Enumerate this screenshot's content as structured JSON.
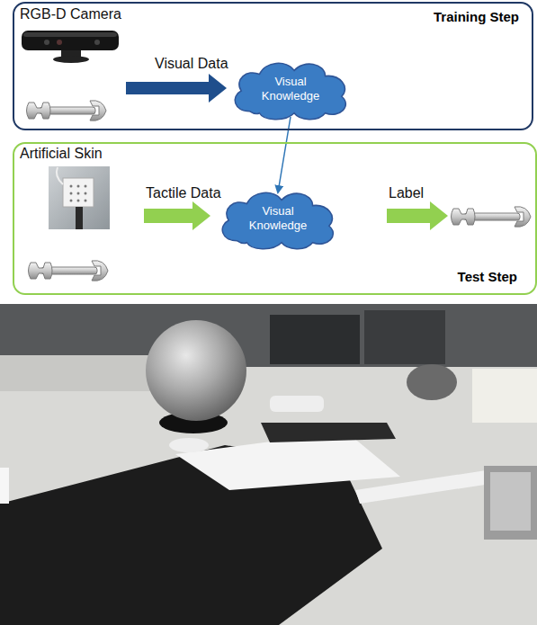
{
  "diagram": {
    "nodes": [
      {
        "text": [
          "Training Step"
        ]
      },
      {
        "text": [
          "Visual Knowledge"
        ],
        "in": 0
      },
      {
        "text": [
          "Test Step"
        ]
      },
      {
        "text": [
          "Visual Knowledge"
        ],
        "in": 2
      }
    ],
    "edges": [
      {
        "from": 1,
        "to": 3,
        "arrow": "to"
      }
    ],
    "labels": [
      "RGB-D Camera",
      "Visual Data",
      "Artificial Skin",
      "Tactile Data",
      "Label"
    ]
  }
}
